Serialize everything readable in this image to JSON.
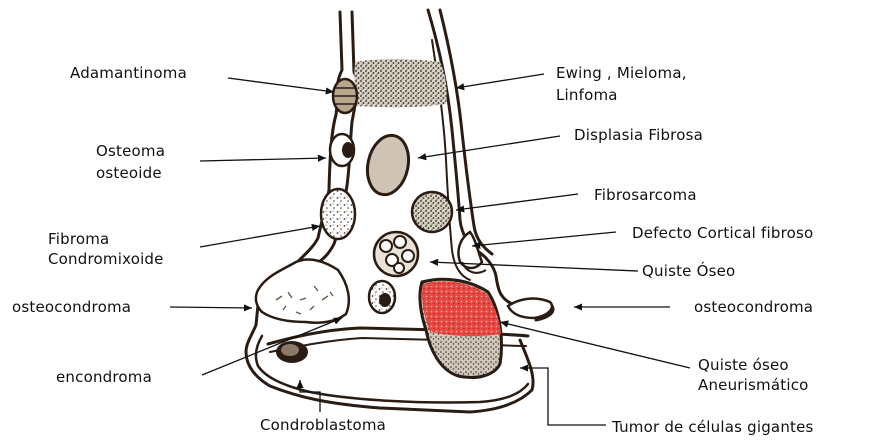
{
  "labels": {
    "adamantinoma": "Adamantinoma",
    "osteoma_line1": "Osteoma",
    "osteoma_line2": "osteoide",
    "fibroma_line1": "Fibroma",
    "fibroma_line2": "Condromixoide",
    "osteocondroma_left": "osteocondroma",
    "encondroma": "encondroma",
    "condroblastoma": "Condroblastoma",
    "ewing_line1": "Ewing , Mieloma,",
    "ewing_line2": "Linfoma",
    "displasia": "Displasia Fibrosa",
    "fibrosarcoma": "Fibrosarcoma",
    "defecto": "Defecto Cortical  fibroso",
    "quiste_oseo": "Quiste Óseo",
    "osteocondroma_right": "osteocondroma",
    "aneurismatico_line1": "Quiste óseo",
    "aneurismatico_line2": "Aneurismático",
    "tumor": "Tumor de células gigantes"
  },
  "colors": {
    "ink": "#2a1c12",
    "background": "#ffffff",
    "aneurysmal_red": "#e0453f",
    "speckle": "#6b5a48",
    "mottled_fill": "#cfc4b4"
  }
}
